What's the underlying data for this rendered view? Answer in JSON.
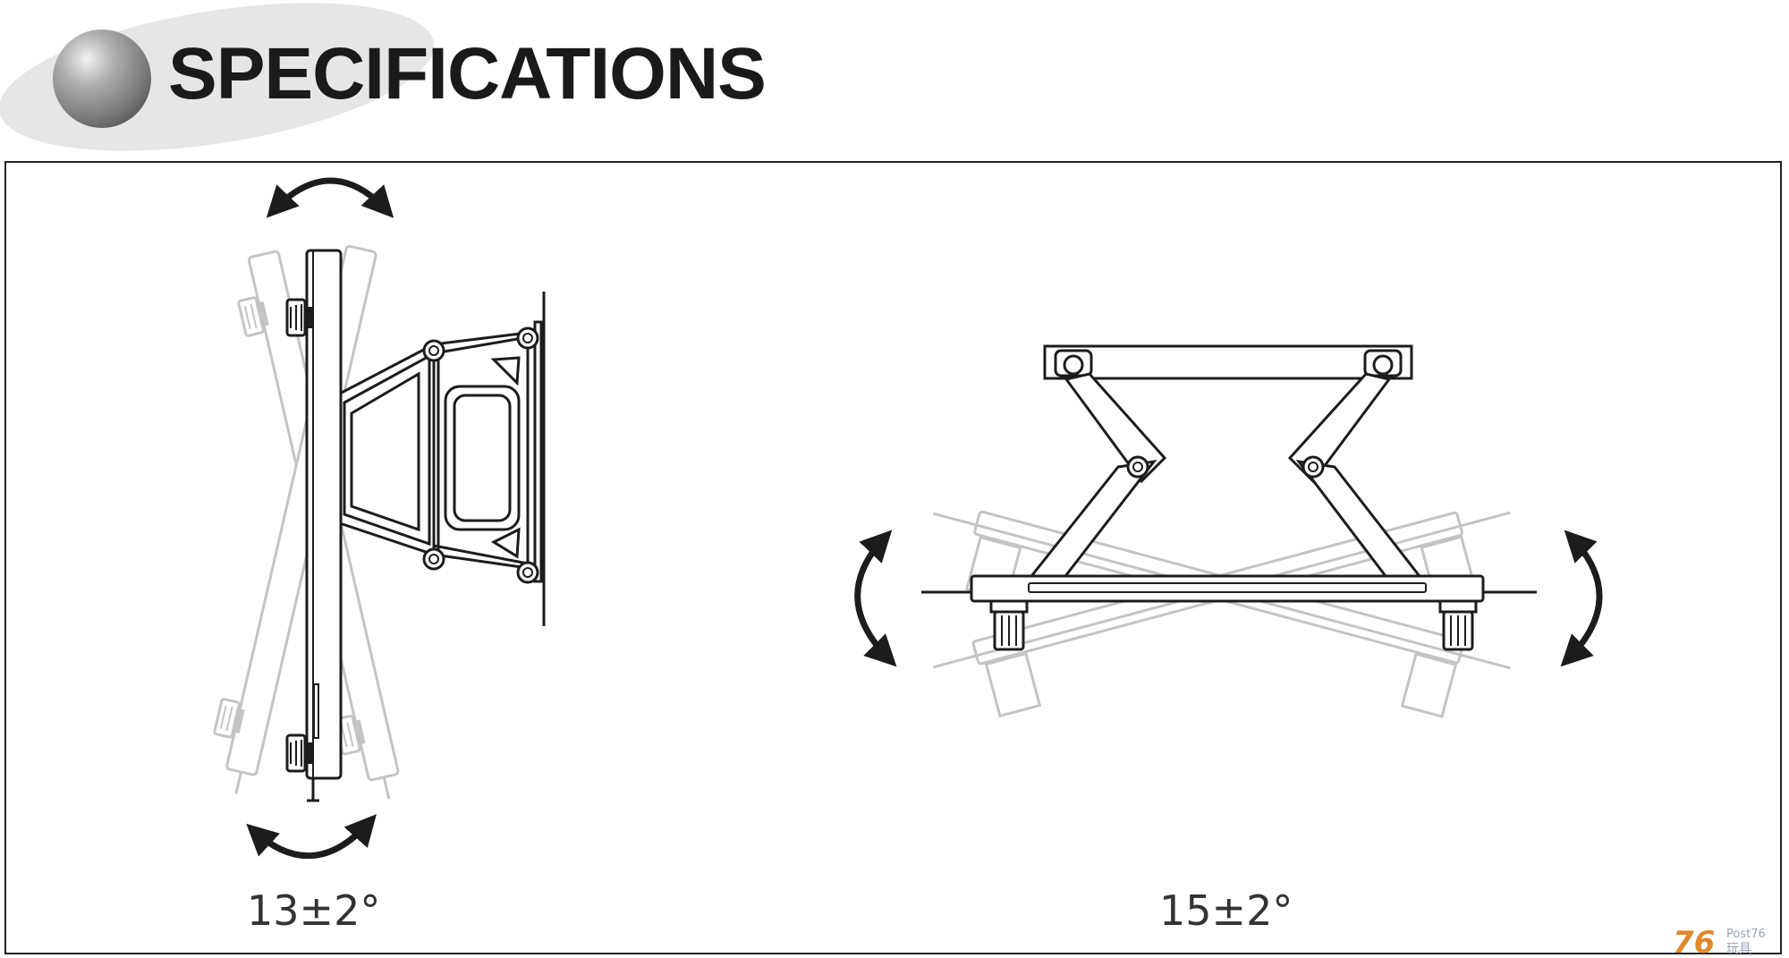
{
  "header": {
    "title": "SPECIFICATIONS"
  },
  "diagrams": {
    "tilt": {
      "angle_label": "13±2°"
    },
    "swivel": {
      "angle_label": "15±2°"
    }
  },
  "watermark": {
    "text": "76 Post76 玩具"
  },
  "colors": {
    "title": "#1a1a1a",
    "line": "#1c1c1c",
    "ghost": "#c4c4c4",
    "header_ellipse": "#e6e6e6"
  },
  "icons": {
    "header": "gray-sphere-icon",
    "tilt": "curved-double-arrow-icon",
    "swivel": "curved-double-arrow-icon"
  }
}
